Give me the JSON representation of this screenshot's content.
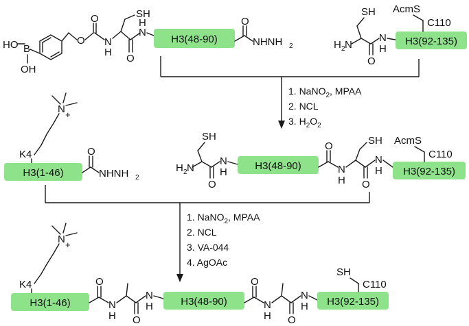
{
  "colors": {
    "segment_fill": "#8ee38a",
    "line": "#1a1a1a"
  },
  "labels": {
    "sh": "SH",
    "hydrazide": "NHNH",
    "hydrazide_sub": "2",
    "h2n": "H",
    "h2n_sub": "2",
    "h2n_n": "N",
    "nh": "N",
    "h": "H",
    "o": "O",
    "b": "B",
    "ho": "HO",
    "oh": "OH",
    "acms": "AcmS",
    "c110": "C110",
    "k4": "K4",
    "nplus": "N",
    "plus": "+"
  },
  "segments": {
    "h3_48_90": "H3(48-90)",
    "h3_92_135": "H3(92-135)",
    "h3_1_46": "H3(1-46)"
  },
  "step1": {
    "c1": "1. NaNO",
    "c1_sub": "2",
    "c1_rest": ", MPAA",
    "c2": "2. NCL",
    "c3": "3. H",
    "c3_sub": "2",
    "c3_o": "O",
    "c3_sub2": "2"
  },
  "step2": {
    "c1": "1. NaNO",
    "c1_sub": "2",
    "c1_rest": ", MPAA",
    "c2": "2. NCL",
    "c3": "3. VA-044",
    "c4": "4. AgOAc"
  }
}
